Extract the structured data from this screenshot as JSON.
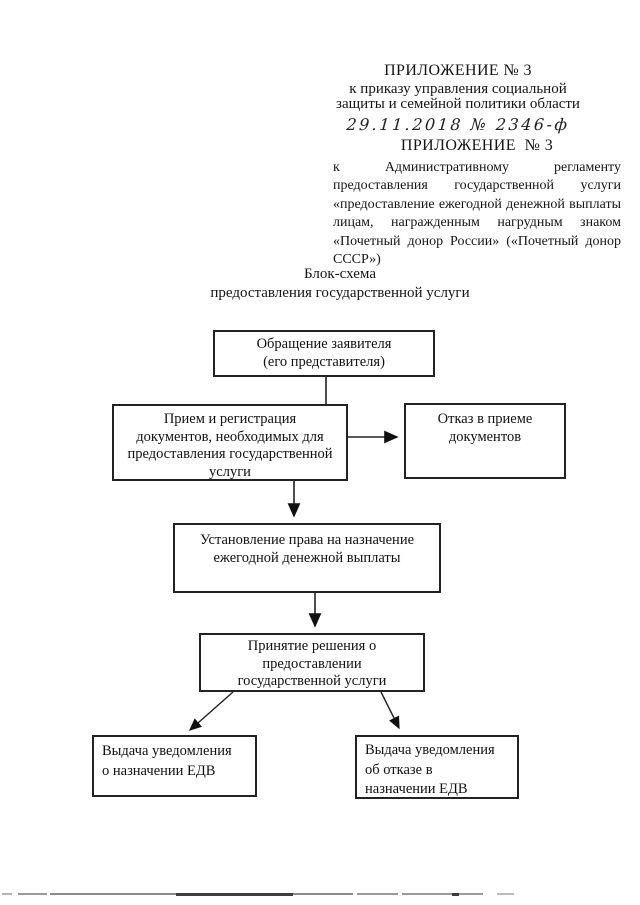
{
  "document": {
    "stamp_block": {
      "title": "ПРИЛОЖЕНИЕ № 3",
      "lines": [
        "к приказу управления социальной",
        "защиты и семейной политики области"
      ],
      "handwritten_date_number": "29.11.2018 № 2346-ф"
    },
    "appendix_block": {
      "title": "ПРИЛОЖЕНИЕ  № 3",
      "lines": [
        "к Административному регламенту",
        "предоставления государственной услуги",
        "«предоставление ежегодной денежной выплаты",
        "лицам, награжденным нагрудным знаком",
        "«Почетный донор России» («Почетный донор",
        "СССР»)"
      ]
    },
    "scheme_title": {
      "line1": "Блок-схема",
      "line2": "предоставления государственной услуги"
    },
    "flowchart": {
      "boxes": {
        "applicant": {
          "lines": [
            "Обращение заявителя",
            "(его представителя)"
          ]
        },
        "reception": {
          "lines": [
            "Прием и регистрация",
            "документов, необходимых для",
            "предоставления государственной",
            "услуги"
          ]
        },
        "refusal": {
          "lines": [
            "Отказ в приеме",
            "документов"
          ]
        },
        "entitlement": {
          "lines": [
            "Установление права на назначение",
            "ежегодной денежной выплаты"
          ]
        },
        "decision": {
          "lines": [
            "Принятие решения о",
            "предоставлении",
            "государственной услуги"
          ]
        },
        "notice_grant": {
          "lines": [
            "Выдача уведомления",
            "о назначении ЕДВ"
          ]
        },
        "notice_refusal": {
          "lines": [
            "Выдача уведомления",
            "об отказе в",
            "назначении ЕДВ"
          ]
        }
      }
    }
  }
}
